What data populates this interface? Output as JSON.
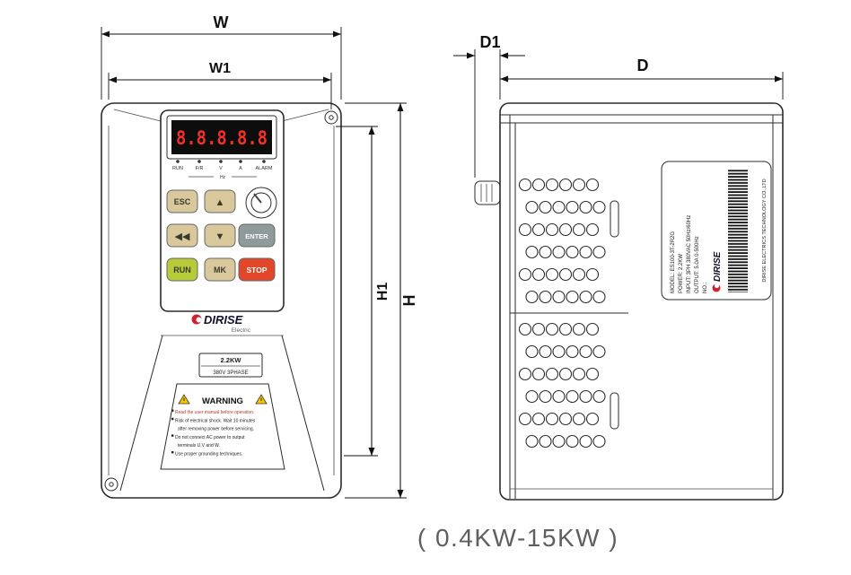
{
  "caption": "( 0.4KW-15KW )",
  "dimensions": {
    "w": "W",
    "w1": "W1",
    "h": "H",
    "h1": "H1",
    "d": "D",
    "d1": "D1"
  },
  "front_view": {
    "display_value": "8.8.8.8.8",
    "status_leds": [
      "RUN",
      "F/R",
      "V",
      "A",
      "ALARM"
    ],
    "unit_label": "Hz",
    "buttons": {
      "esc": "ESC",
      "up": "▲",
      "rev": "◀◀",
      "down": "▼",
      "enter": "ENTER",
      "run": "RUN",
      "mk": "MK",
      "stop": "STOP"
    },
    "brand": "DIRISE",
    "brand_sub": "Electric",
    "rating_label": {
      "power": "2.2KW",
      "voltage": "380V 3PHASE"
    },
    "warning": {
      "title": "WARNING",
      "lines": [
        "Read the user manual before operation.",
        "Risk of electrical shock. Wait 10 minutes",
        "after removing power before servicing.",
        "Do not connect AC power to output",
        "terminals U,V and W.",
        "Use proper grounding techniques."
      ]
    }
  },
  "side_view": {
    "nameplate": {
      "model": "MODEL:  ES100-3T-2R2G",
      "power": "POWER:  2.2KW",
      "input": "INPUT:  3PH 380VAC 50Hz/60Hz",
      "output": "OUTPUT:  5.0A 0-500Hz",
      "no": "NO.:",
      "brand": "DIRISE",
      "company": "DIRISE ELECTRICS TECHNOLOGY CO.,LTD"
    }
  }
}
